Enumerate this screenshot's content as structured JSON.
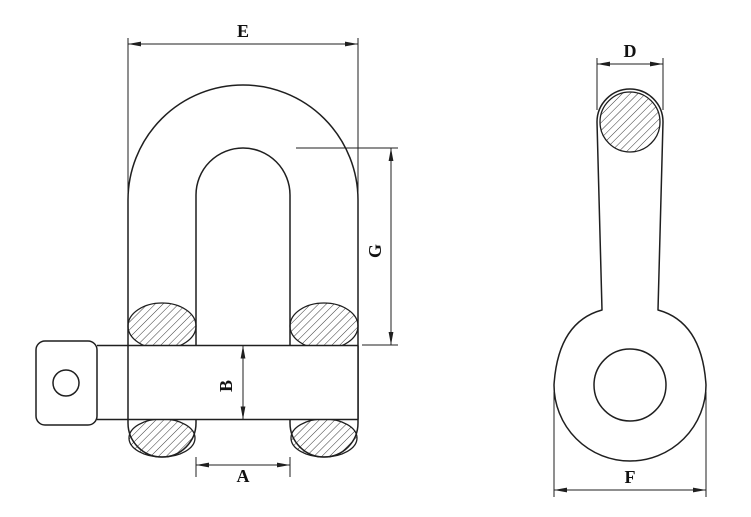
{
  "colors": {
    "background": "#ffffff",
    "line": "#1f1f1f"
  },
  "front_view": {
    "dim_width_top": "E",
    "dim_inside_length": "G",
    "dim_pin_diameter": "B",
    "dim_inside_width": "A"
  },
  "side_view": {
    "dim_bow_diameter": "D",
    "dim_eye_width": "F"
  }
}
